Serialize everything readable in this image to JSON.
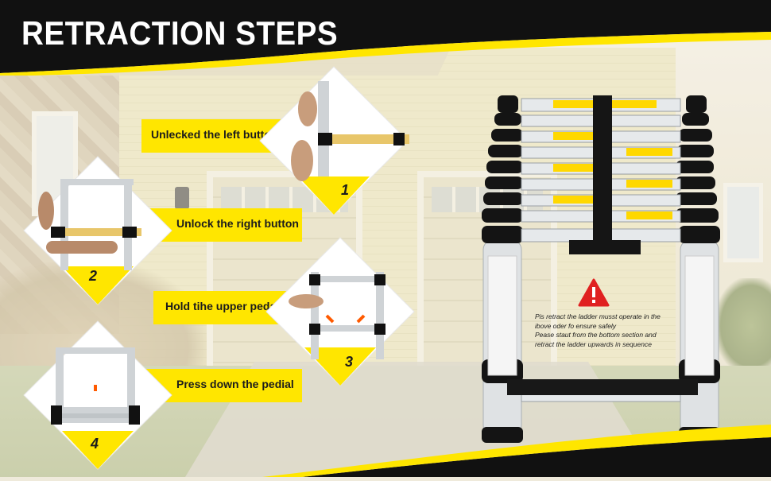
{
  "header": {
    "title": "RETRACTION STEPS"
  },
  "steps": [
    {
      "number": "1",
      "label": "Unlecked the left button"
    },
    {
      "number": "2",
      "label": "Unlock the right button"
    },
    {
      "number": "3",
      "label": "Hold tihe upper pedal"
    },
    {
      "number": "4",
      "label": "Press down the pedial"
    }
  ],
  "warning": {
    "icon": "warning-triangle-icon",
    "lines": [
      "Pis retract the ladder musst operate in the",
      "ibove oder fo ensure safely",
      "Pease staut from the bottom section and",
      "retract the ladder upwards in sequence"
    ]
  },
  "colors": {
    "accent": "#ffe600",
    "dark": "#111111",
    "warning": "#e02020"
  }
}
